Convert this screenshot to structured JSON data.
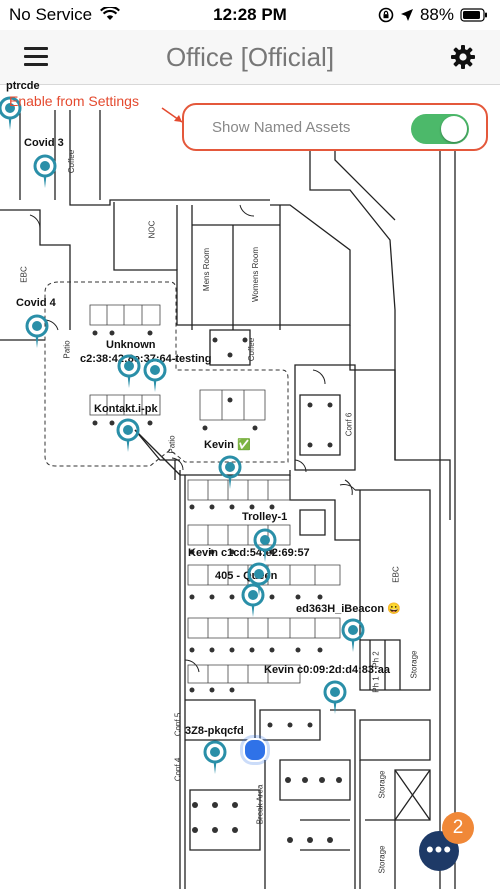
{
  "status_bar": {
    "carrier": "No Service",
    "time": "12:28 PM",
    "battery": "88%"
  },
  "nav": {
    "title": "Office [Official]"
  },
  "annotation": "Enable from Settings",
  "toggle": {
    "label": "Show Named Assets",
    "checked": true
  },
  "rooms": {
    "noc": "NOC",
    "mens": "Mens Room",
    "womens": "Womens Room",
    "coffee1": "Coffee",
    "coffee2": "Coffee",
    "ebc1": "EBC",
    "ebc2": "EBC",
    "patio1": "Patio",
    "patio2": "Patio",
    "conf6": "Conf 6",
    "conf5": "Conf 5",
    "conf4": "Conf 4",
    "storage1": "Storage",
    "storage2": "Storage",
    "storage3": "Storage",
    "break_area": "Break Area",
    "ph2": "Ph 2",
    "ph1": "Ph 1"
  },
  "assets": [
    "ptrcde",
    "Covid 3",
    "Covid 4",
    "Unknown",
    "c2:38:42:8e:37:64-testing",
    "Kontakt.i-pk",
    "Kevin ✅",
    "Trolley-1",
    "Kevin c1cd:54:e2:69:57",
    "405 - Queen",
    "ed363H_iBeacon 😀",
    "Kevin c0:09:2d:d4:83:aa",
    "3Z8-pkqcfd"
  ],
  "fab_badge": "2",
  "colors": {
    "pin": "#2a8fa8",
    "annotation": "#e44a2f",
    "switch_on": "#4cb96a",
    "fab": "#1e3a67",
    "badge": "#f08838",
    "user_location": "#2f72e8"
  }
}
